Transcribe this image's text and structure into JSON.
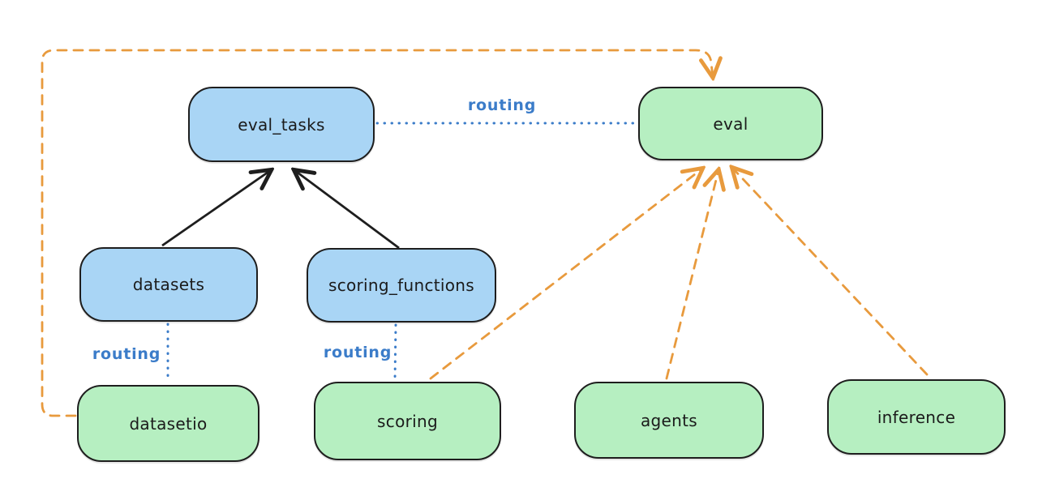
{
  "diagram": {
    "background": "#ffffff",
    "colors": {
      "blue_fill": "#a9d5f5",
      "green_fill": "#b6efc1",
      "stroke": "#1e1e1e",
      "routing_blue": "#3b7cc9",
      "orange": "#e89a3d",
      "background": "#ffffff"
    },
    "nodes": [
      {
        "id": "eval_tasks",
        "label": "eval_tasks",
        "color": "blue"
      },
      {
        "id": "eval",
        "label": "eval",
        "color": "green"
      },
      {
        "id": "datasets",
        "label": "datasets",
        "color": "blue"
      },
      {
        "id": "scoring_functions",
        "label": "scoring_functions",
        "color": "blue"
      },
      {
        "id": "datasetio",
        "label": "datasetio",
        "color": "green"
      },
      {
        "id": "scoring",
        "label": "scoring",
        "color": "green"
      },
      {
        "id": "agents",
        "label": "agents",
        "color": "green"
      },
      {
        "id": "inference",
        "label": "inference",
        "color": "green"
      }
    ],
    "edge_labels": [
      {
        "text": "routing"
      },
      {
        "text": "routing"
      },
      {
        "text": "routing"
      }
    ],
    "edges": [
      {
        "from": "datasets",
        "to": "eval_tasks",
        "style": "solid",
        "color": "#1e1e1e",
        "arrow": true
      },
      {
        "from": "scoring_functions",
        "to": "eval_tasks",
        "style": "solid",
        "color": "#1e1e1e",
        "arrow": true
      },
      {
        "from": "eval_tasks",
        "to": "eval",
        "style": "dotted",
        "color": "#3b7cc9",
        "arrow": false,
        "label": "routing"
      },
      {
        "from": "datasets",
        "to": "datasetio",
        "style": "dotted",
        "color": "#3b7cc9",
        "arrow": false,
        "label": "routing"
      },
      {
        "from": "scoring_functions",
        "to": "scoring",
        "style": "dotted",
        "color": "#3b7cc9",
        "arrow": false,
        "label": "routing"
      },
      {
        "from": "datasetio",
        "to": "eval",
        "style": "dashed",
        "color": "#e89a3d",
        "arrow": true,
        "route": "around-left-and-top"
      },
      {
        "from": "scoring",
        "to": "eval",
        "style": "dashed",
        "color": "#e89a3d",
        "arrow": true
      },
      {
        "from": "agents",
        "to": "eval",
        "style": "dashed",
        "color": "#e89a3d",
        "arrow": true
      },
      {
        "from": "inference",
        "to": "eval",
        "style": "dashed",
        "color": "#e89a3d",
        "arrow": true
      }
    ]
  }
}
